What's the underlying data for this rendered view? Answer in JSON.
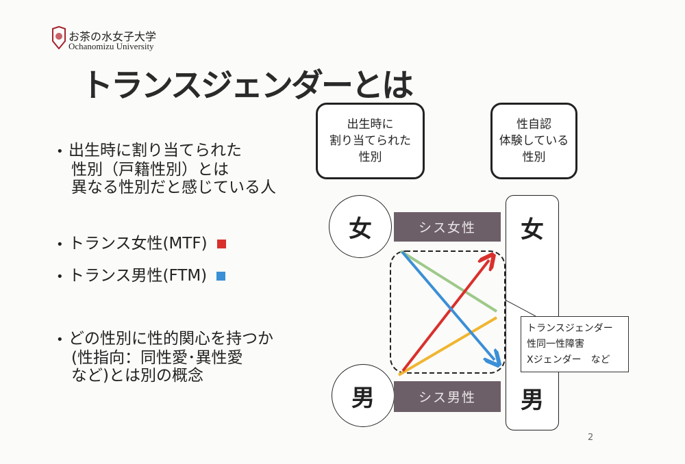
{
  "logo": {
    "name_jp": "お茶の水女子大学",
    "name_en": "Ochanomizu University",
    "color": "#a5232e"
  },
  "title": "トランスジェンダーとは",
  "bullets": [
    {
      "lines": [
        "出生時に割り当てられた",
        "性別（戸籍性別）とは",
        "異なる性別だと感じている人"
      ]
    },
    {
      "lines": [
        "トランス女性(MTF)"
      ],
      "color": "#d9302c"
    },
    {
      "lines": [
        "トランス男性(FTM)"
      ],
      "color": "#3b8fd6"
    },
    {
      "lines": [
        "どの性別に性的関心を持つか",
        "(性指向：同性愛･異性愛",
        "など)とは別の概念"
      ]
    }
  ],
  "diagram": {
    "assigned_box": [
      "出生時に",
      "割り当てられた",
      "性別"
    ],
    "identity_box": [
      "性自認",
      "体験している",
      "性別"
    ],
    "left_female": "女",
    "left_male": "男",
    "right_female": "女",
    "right_male": "男",
    "cis_female": "シス女性",
    "cis_male": "シス男性",
    "callout": [
      "トランスジェンダー",
      "性同一性障害",
      "Xジェンダー　など"
    ],
    "line_colors": {
      "mtf": "#d9302c",
      "ftm": "#3b8fd6",
      "green": "#9ec98a",
      "yellow": "#f0b531"
    }
  },
  "page_number": "2"
}
